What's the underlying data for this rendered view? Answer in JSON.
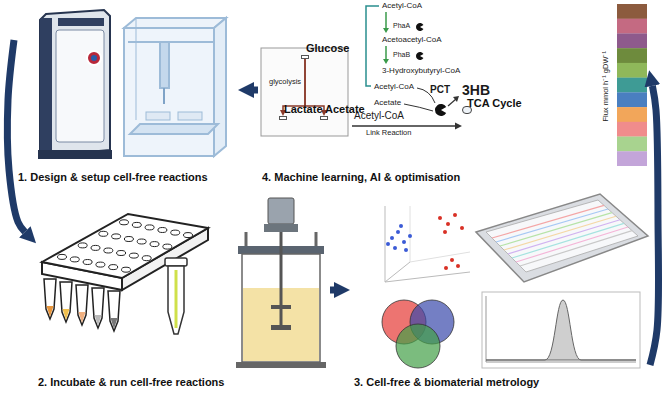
{
  "diagram": {
    "nodes": [
      {
        "text": [
          "1. Design & setup cell-free reactions"
        ]
      },
      {
        "text": [
          "2. Incubate & run cell-free reactions"
        ]
      },
      {
        "text": [
          "3. Cell-free & biomaterial metrology"
        ]
      },
      {
        "text": [
          "4. Machine learning, AI & optimisation"
        ]
      },
      {
        "text": [
          "Glucose"
        ],
        "in": 3
      },
      {
        "text": [
          "Lactate"
        ],
        "in": 3
      },
      {
        "text": [
          "Acetate"
        ],
        "in": 3
      },
      {
        "text": [
          "TCA Cycle"
        ],
        "in": 3
      }
    ],
    "edges": [
      {
        "from": 0,
        "to": 1,
        "arrow": "to"
      },
      {
        "from": 1,
        "to": 2,
        "arrow": "to"
      },
      {
        "from": 2,
        "to": 3,
        "arrow": "to"
      },
      {
        "from": 3,
        "to": 0,
        "arrow": "to"
      },
      {
        "from": 4,
        "to": 5,
        "arrow": "to"
      },
      {
        "from": 4,
        "to": 6,
        "arrow": "to"
      }
    ],
    "labels": [
      "Acetyl-CoA",
      "PhaA",
      "Acetoacetyl-CoA",
      "PhaB",
      "3-Hydroxybutyryl-CoA",
      "Acetyl-CoA",
      "Acetate",
      "PCT",
      "3HB",
      "glycolysis",
      "Acetyl-CoA",
      "Link Reaction",
      "Flux mmol h⁻¹ gDW⁻¹"
    ]
  }
}
